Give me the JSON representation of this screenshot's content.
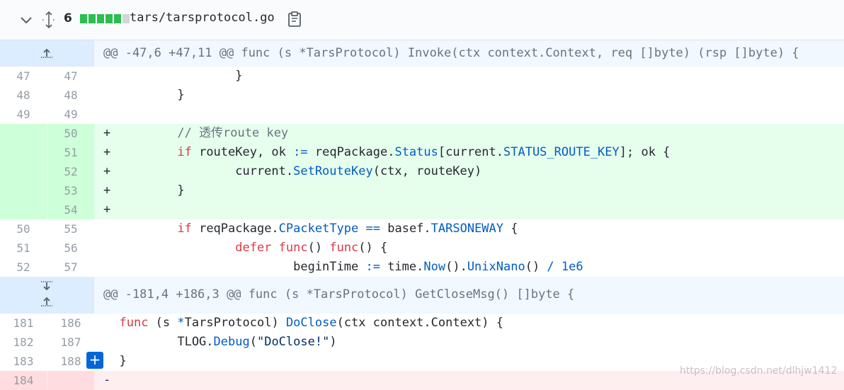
{
  "file": {
    "changes": "6",
    "name": "tars/tarsprotocol.go",
    "diffstat": [
      "add",
      "add",
      "add",
      "add",
      "add",
      "neutral"
    ],
    "colors": {
      "add": "#2cbe4e",
      "neutral": "#d1d5da"
    }
  },
  "hunks": [
    {
      "text": "@@ -47,6 +47,11 @@ func (s *TarsProtocol) Invoke(ctx context.Context, req []byte) (rsp []byte) {"
    },
    {
      "text": "@@ -181,4 +186,3 @@ func (s *TarsProtocol) GetCloseMsg() []byte {"
    }
  ],
  "lines": [
    {
      "old": "47",
      "new": "47",
      "sign": "",
      "code": "\t\t}"
    },
    {
      "old": "48",
      "new": "48",
      "sign": "",
      "code": "\t}"
    },
    {
      "old": "49",
      "new": "49",
      "sign": "",
      "code": ""
    },
    {
      "old": "",
      "new": "50",
      "sign": "+",
      "code": "\t// 透传route key"
    },
    {
      "old": "",
      "new": "51",
      "sign": "+",
      "code": "\tif routeKey, ok := reqPackage.Status[current.STATUS_ROUTE_KEY]; ok {"
    },
    {
      "old": "",
      "new": "52",
      "sign": "+",
      "code": "\t\tcurrent.SetRouteKey(ctx, routeKey)"
    },
    {
      "old": "",
      "new": "53",
      "sign": "+",
      "code": "\t}"
    },
    {
      "old": "",
      "new": "54",
      "sign": "+",
      "code": ""
    },
    {
      "old": "50",
      "new": "55",
      "sign": "",
      "code": "\tif reqPackage.CPacketType == basef.TARSONEWAY {"
    },
    {
      "old": "51",
      "new": "56",
      "sign": "",
      "code": "\t\tdefer func() func() {"
    },
    {
      "old": "52",
      "new": "57",
      "sign": "",
      "code": "\t\t\tbeginTime := time.Now().UnixNano() / 1e6"
    },
    {
      "old": "181",
      "new": "186",
      "sign": "",
      "code": "func (s *TarsProtocol) DoClose(ctx context.Context) {"
    },
    {
      "old": "182",
      "new": "187",
      "sign": "",
      "code": "\tTLOG.Debug(\"DoClose!\")"
    },
    {
      "old": "183",
      "new": "188",
      "sign": "",
      "code": "}"
    },
    {
      "old": "184",
      "new": "",
      "sign": "-",
      "code": ""
    }
  ],
  "watermark": "https://blog.csdn.net/dlhjw1412"
}
